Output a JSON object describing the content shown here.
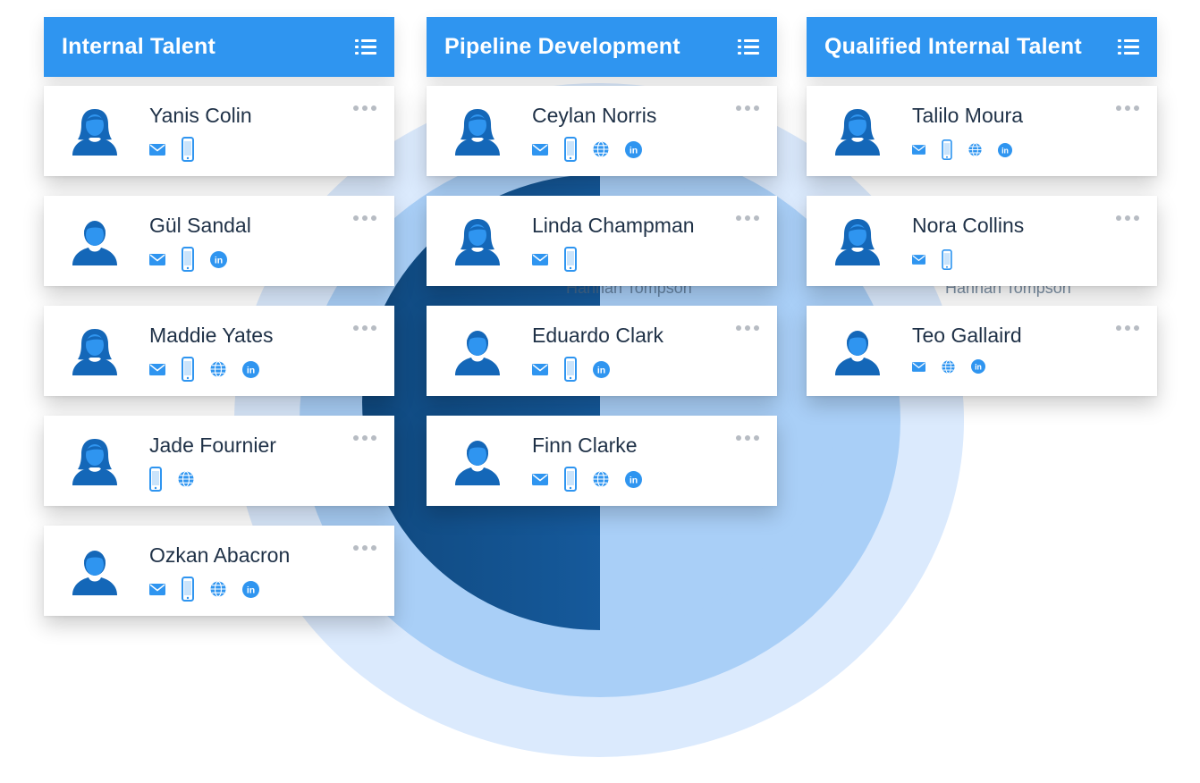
{
  "colors": {
    "accent": "#2f95f0",
    "text": "#1f3147",
    "icon": "#2f95f0"
  },
  "columns": [
    {
      "title": "Internal Talent",
      "cards": [
        {
          "name": "Yanis Colin",
          "avatar": "female",
          "contacts": [
            "mail",
            "phone"
          ]
        },
        {
          "name": "Gül Sandal",
          "avatar": "male",
          "contacts": [
            "mail",
            "phone",
            "linkedin"
          ]
        },
        {
          "name": "Maddie Yates",
          "avatar": "female",
          "contacts": [
            "mail",
            "phone",
            "globe",
            "linkedin"
          ]
        },
        {
          "name": "Jade Fournier",
          "avatar": "female",
          "contacts": [
            "phone",
            "globe"
          ]
        },
        {
          "name": "Ozkan Abacron",
          "avatar": "male",
          "contacts": [
            "mail",
            "phone",
            "globe",
            "linkedin"
          ]
        }
      ]
    },
    {
      "title": "Pipeline Development",
      "cards": [
        {
          "name": "Ceylan Norris",
          "avatar": "female",
          "contacts": [
            "mail",
            "phone",
            "globe",
            "linkedin"
          ]
        },
        {
          "name": "Linda Champman",
          "avatar": "female",
          "contacts": [
            "mail",
            "phone"
          ]
        },
        {
          "name": "Eduardo Clark",
          "avatar": "male",
          "contacts": [
            "mail",
            "phone",
            "linkedin"
          ]
        },
        {
          "name": "Finn Clarke",
          "avatar": "male",
          "contacts": [
            "mail",
            "phone",
            "globe",
            "linkedin"
          ]
        }
      ]
    },
    {
      "title": "Qualified Internal Talent",
      "cards": [
        {
          "name": "Talilo Moura",
          "avatar": "female",
          "contacts": [
            "mail",
            "phone",
            "globe",
            "linkedin"
          ]
        },
        {
          "name": "Nora Collins",
          "avatar": "female",
          "contacts": [
            "mail",
            "phone"
          ]
        },
        {
          "name": "Teo Gallaird",
          "avatar": "male",
          "contacts": [
            "mail",
            "globe",
            "linkedin"
          ]
        }
      ]
    }
  ],
  "ghost_text": [
    "Hannah Tompson",
    "Hannah Tompson"
  ]
}
